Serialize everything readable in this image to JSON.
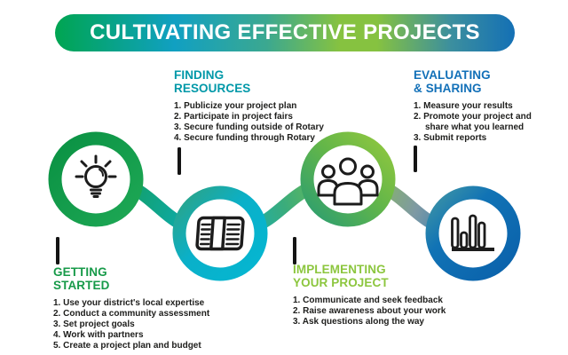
{
  "banner": {
    "title": "CULTIVATING EFFECTIVE PROJECTS"
  },
  "sections": [
    {
      "id": "getting-started",
      "heading": "GETTING\nSTARTED",
      "heading_color": "#179a49",
      "icon": "lightbulb-icon",
      "items": [
        "1. Use your district's local expertise",
        "2. Conduct a community assessment",
        "3. Set project goals",
        "4. Work with partners",
        "5. Create a project plan and budget"
      ]
    },
    {
      "id": "finding-resources",
      "heading": "FINDING\nRESOURCES",
      "heading_color": "#0098a8",
      "icon": "money-stack-icon",
      "items": [
        "1. Publicize your project plan",
        "2. Participate in project fairs",
        "3. Secure funding outside of Rotary",
        "4. Secure funding through Rotary"
      ]
    },
    {
      "id": "implementing-your-project",
      "heading": "IMPLEMENTING\nYOUR PROJECT",
      "heading_color": "#8cc63e",
      "icon": "people-group-icon",
      "items": [
        "1. Communicate and seek feedback",
        "2. Raise awareness about your work",
        "3. Ask questions along the way"
      ]
    },
    {
      "id": "evaluating-sharing",
      "heading": "EVALUATING\n& SHARING",
      "heading_color": "#1270b8",
      "icon": "bar-chart-icon",
      "items": [
        "1. Measure your results",
        "2. Promote your project and share what you learned",
        "3. Submit reports"
      ]
    }
  ],
  "colors": {
    "background": "#ffffff",
    "banner_gradient": [
      "#00a551",
      "#11a0c2",
      "#3ba890",
      "#86c240",
      "#3c8f9e",
      "#1470b5"
    ],
    "ring_getting_started": "#169a4b",
    "ring_finding_resources": "#0ab0c9",
    "ring_implementing": "#8dc63f",
    "ring_evaluating": "#1172b5",
    "icon_stroke": "#1c1c1c",
    "body_text": "#1d1d1b",
    "banner_text": "#ffffff"
  }
}
